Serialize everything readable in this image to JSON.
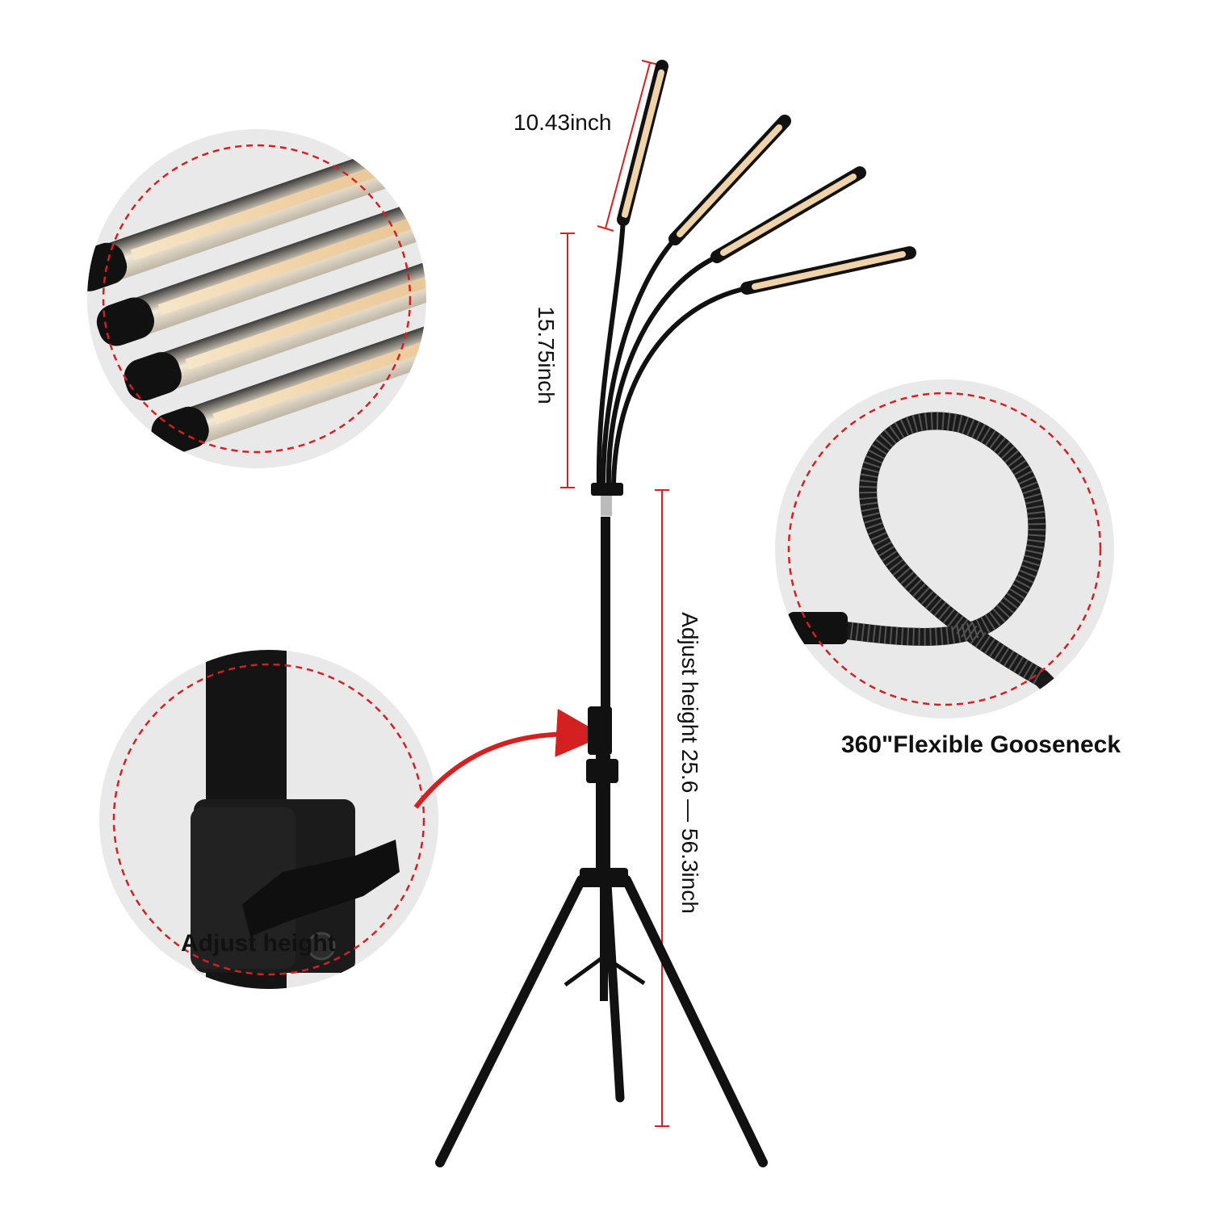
{
  "labels": {
    "light_bar_length": "10.43inch",
    "gooseneck_length": "15.75inch",
    "height_range": "Adjust height  25.6 — 56.3inch",
    "gooseneck_caption": "360\"Flexible Gooseneck",
    "adjust_caption": "Adjust height"
  },
  "colors": {
    "accent_red": "#d42020",
    "metal_black": "#111111",
    "led_warm": "#f3d9b4",
    "circle_bg": "#e9e9e9"
  }
}
